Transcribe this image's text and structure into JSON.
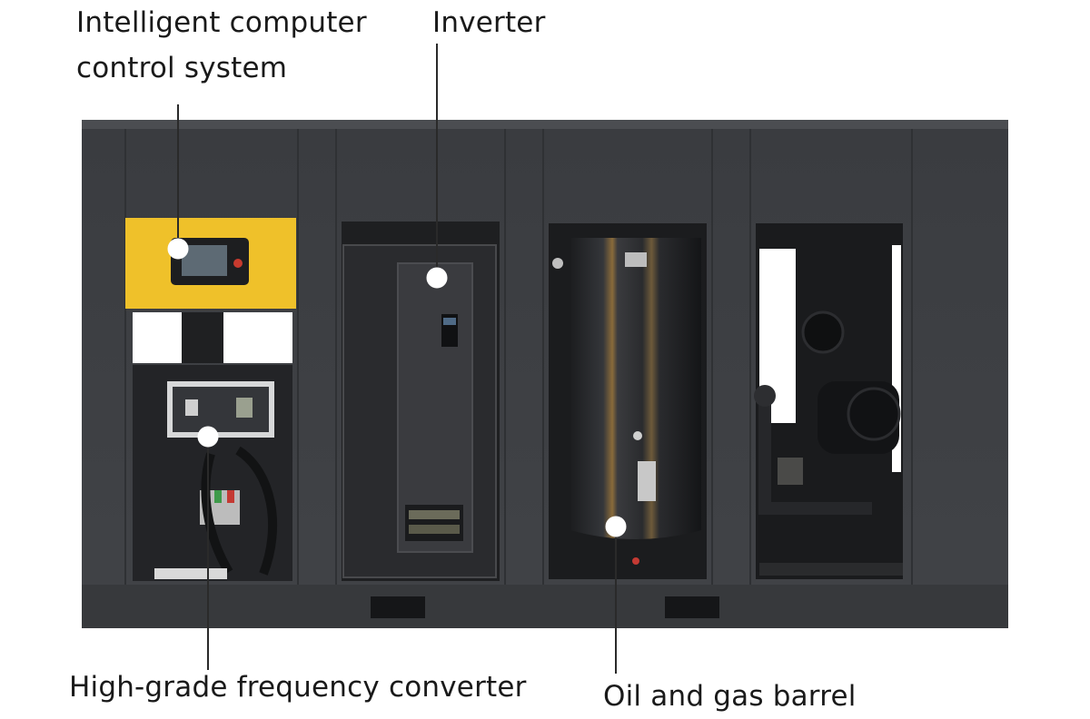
{
  "labels": {
    "control_line1": "Intelligent computer",
    "control_line2": "control system",
    "inverter": "Inverter",
    "frequency_converter": "High-grade frequency converter",
    "oil_gas_barrel": "Oil and gas barrel"
  },
  "colors": {
    "cabinet": "#3c3e41",
    "cabinet_dark": "#2b2d30",
    "interior": "#1f2022",
    "panel_yellow": "#efc12a",
    "leader_line": "#2a2a2a",
    "marker": "#ffffff"
  }
}
